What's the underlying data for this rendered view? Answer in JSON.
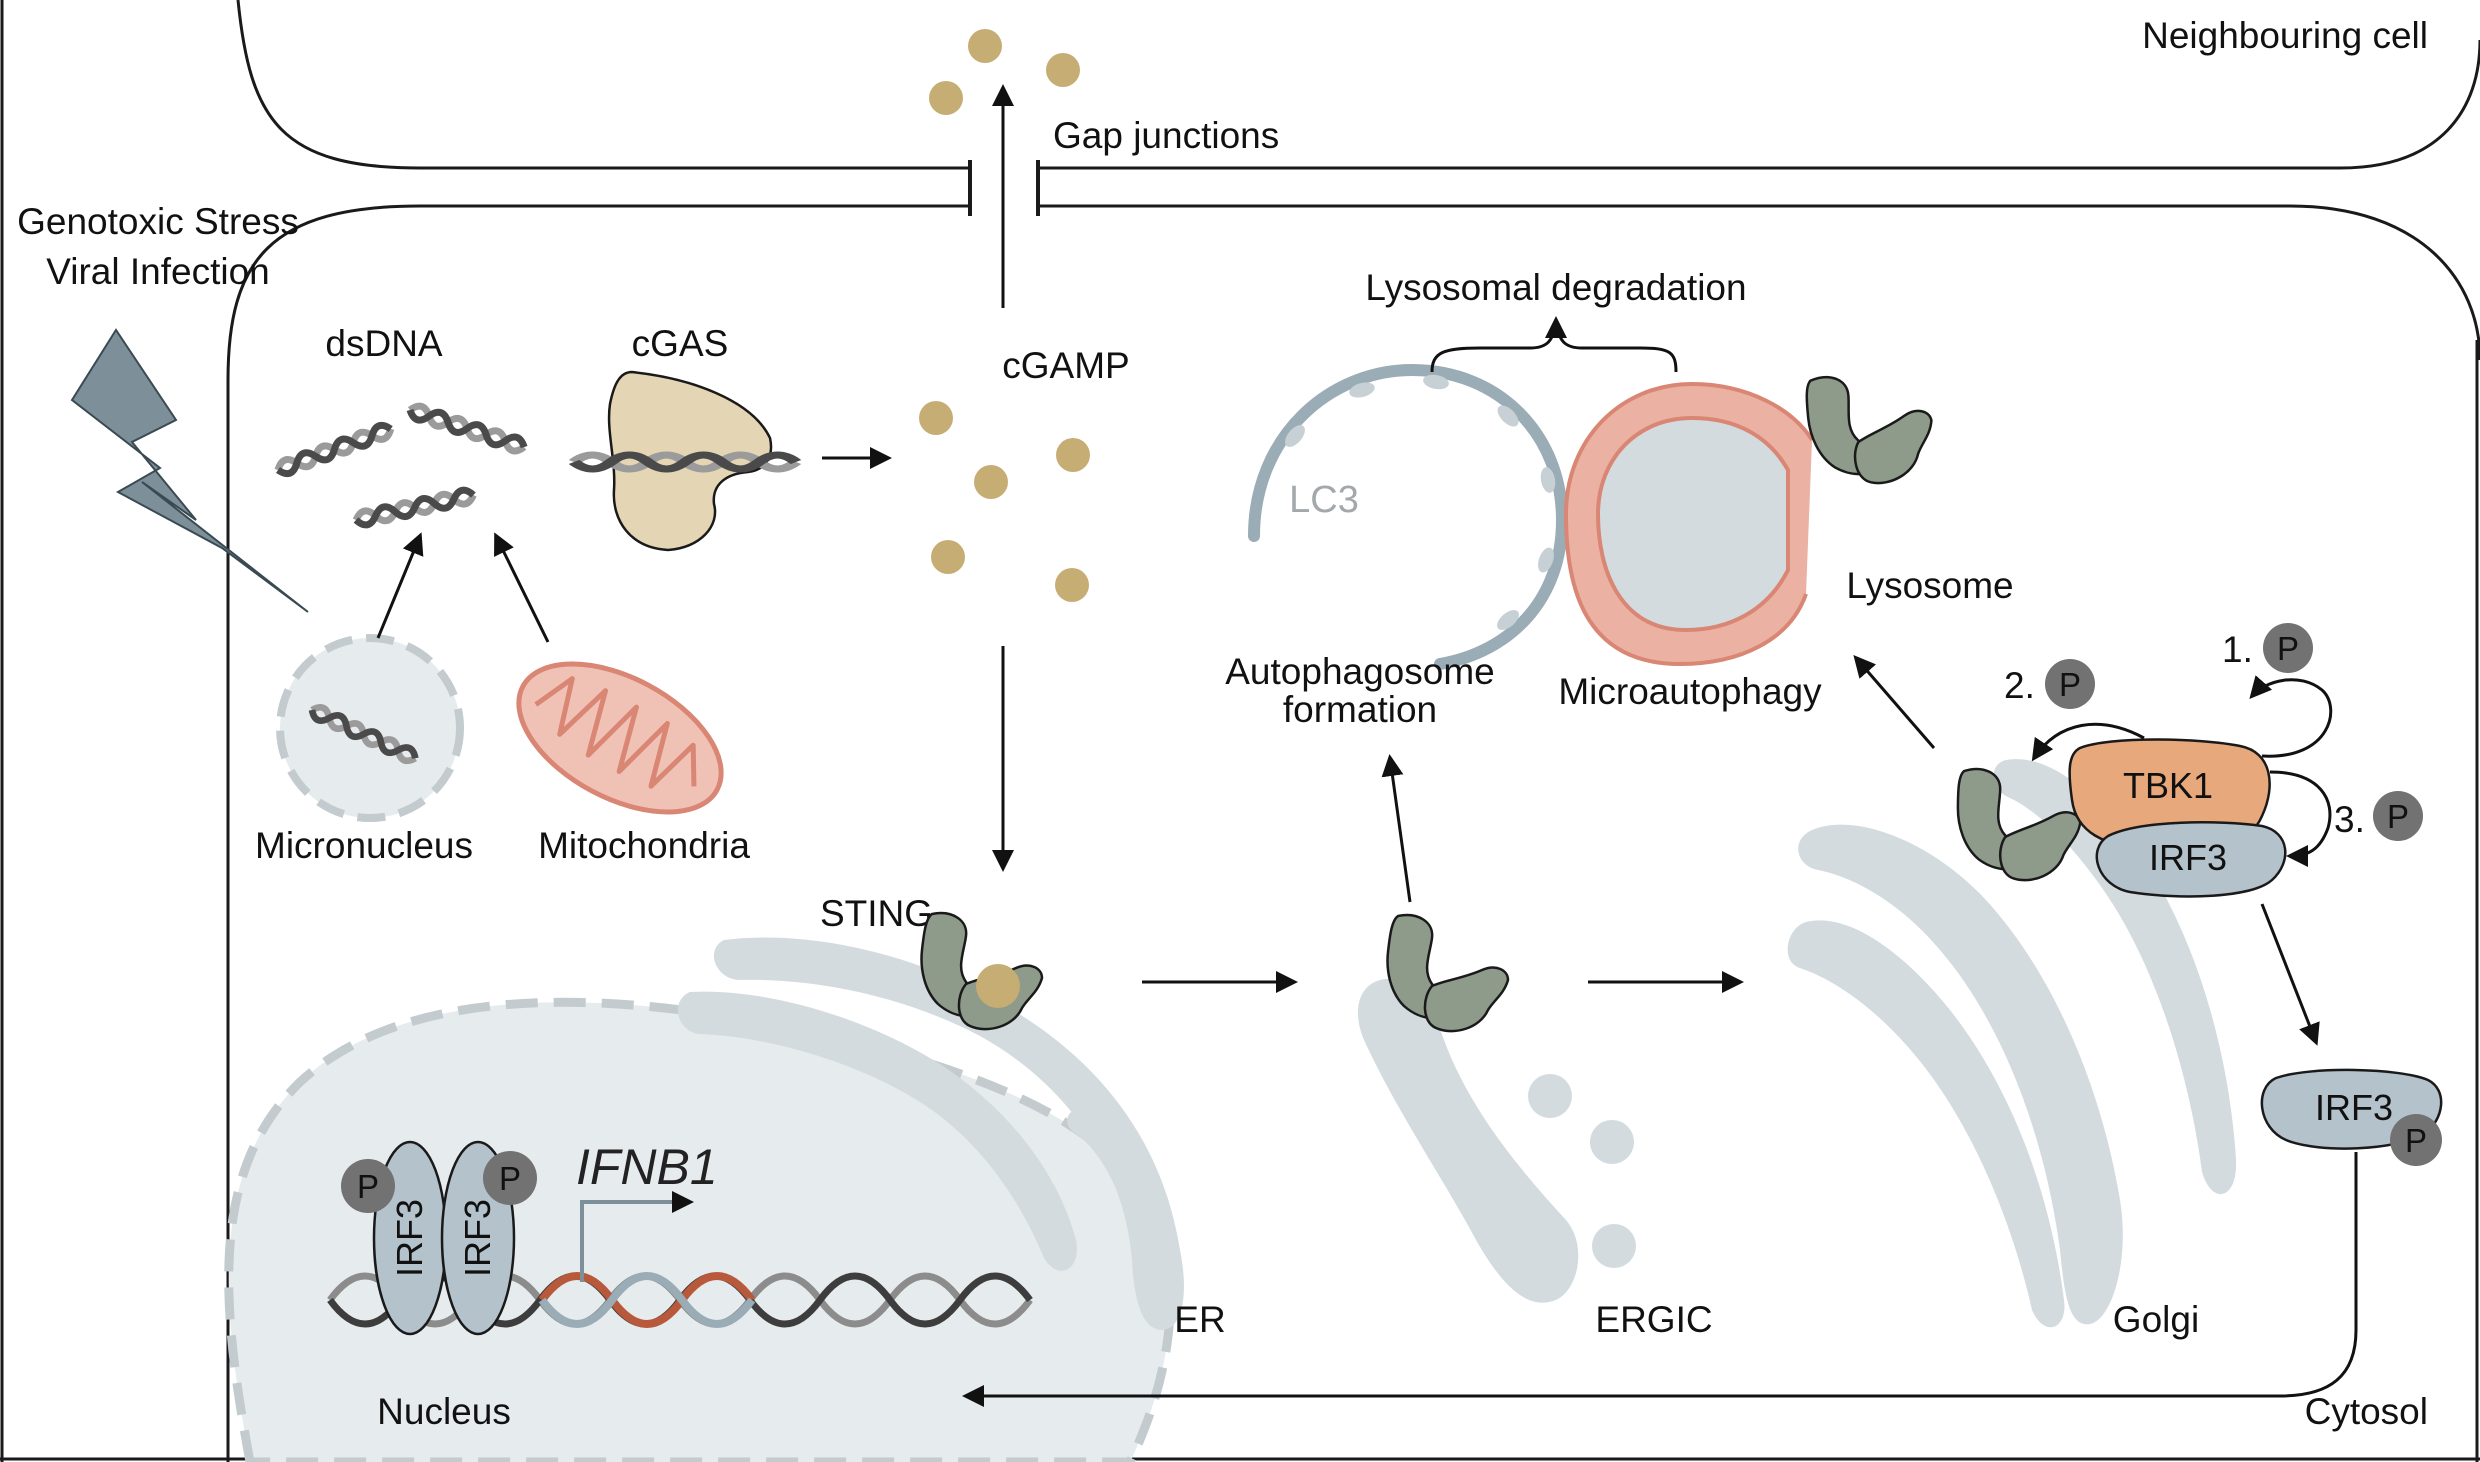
{
  "colors": {
    "background": "#ffffff",
    "outline": "#1a1a1a",
    "organelle_grey": "#d3dbdf",
    "nucleus_fill": "#e6ebed",
    "cgamp_gold": "#c6ad73",
    "cgas_beige": "#e4d6b4",
    "sting_green": "#8e9a8a",
    "tbk1_orange": "#e7a87c",
    "irf3_blue": "#b4c2cb",
    "phospho_grey": "#727272",
    "mito_pink": "#e3a090",
    "lysosome_pink": "#ebb1a2",
    "lc3_grey": "#9aacb6",
    "stress_bolt": "#7d909a",
    "ifnb1_red": "#b8593c"
  },
  "labels": {
    "neighbouring_cell": "Neighbouring cell",
    "gap_junctions": "Gap junctions",
    "genotoxic_stress": "Genotoxic Stress",
    "viral_infection": "Viral Infection",
    "dsdna": "dsDNA",
    "cgas": "cGAS",
    "cgamp": "cGAMP",
    "lysosomal_degradation": "Lysosomal degradation",
    "lc3": "LC3",
    "lysosome": "Lysosome",
    "autophagosome_line1": "Autophagosome",
    "autophagosome_line2": "formation",
    "microautophagy": "Microautophagy",
    "micronucleus": "Micronucleus",
    "mitochondria": "Mitochondria",
    "sting": "STING",
    "er": "ER",
    "ergic": "ERGIC",
    "golgi": "Golgi",
    "nucleus": "Nucleus",
    "cytosol": "Cytosol",
    "ifnb1": "IFNB1",
    "tbk1": "TBK1",
    "irf3": "IRF3",
    "p": "P",
    "step1": "1.",
    "step2": "2.",
    "step3": "3."
  },
  "icons": [
    "lightning-bolt-icon",
    "dna-helix-icon",
    "cgas-enzyme-icon",
    "sting-dimer-icon",
    "mitochondrion-icon",
    "phosphate-icon"
  ]
}
